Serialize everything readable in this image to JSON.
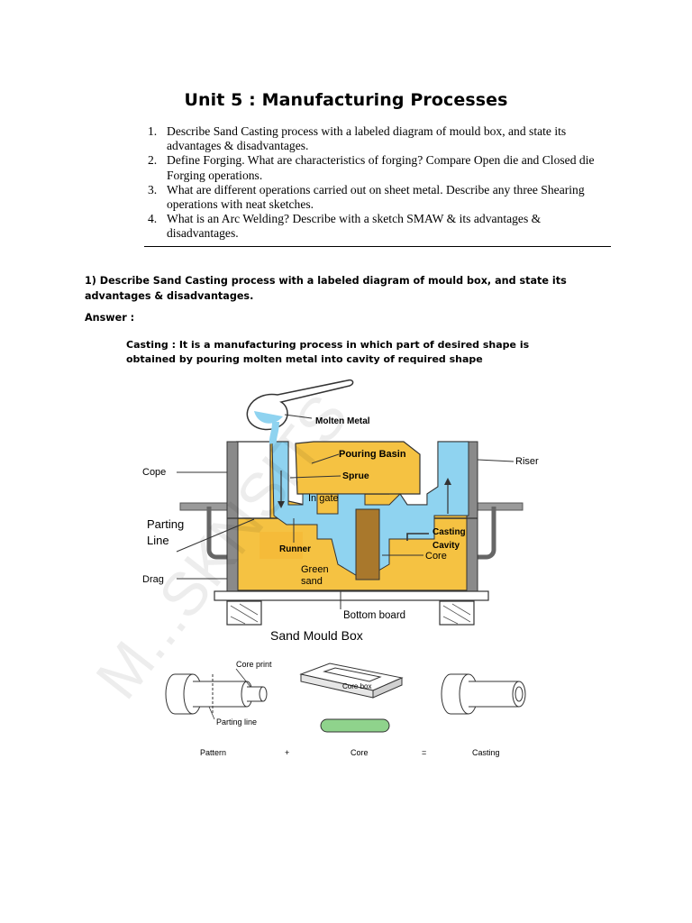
{
  "header": {
    "title": "Unit 5 : Manufacturing Processes"
  },
  "questions": [
    {
      "num": "1.",
      "text": "Describe Sand Casting process with a labeled diagram of mould box, and state its advantages & disadvantages."
    },
    {
      "num": "2.",
      "text": "Define Forging. What are characteristics of forging? Compare Open die and Closed die Forging operations."
    },
    {
      "num": "3.",
      "text": "What are different operations carried out on sheet metal. Describe any three Shearing operations with neat sketches."
    },
    {
      "num": "4.",
      "text": "What is an Arc Welding? Describe with a sketch SMAW & its advantages & disadvantages."
    }
  ],
  "section": {
    "heading": "1) Describe Sand Casting process with a labeled diagram of mould box, and state its advantages & disadvantages.",
    "answer_label": "Answer :",
    "casting_definition": "Casting : It is a manufacturing process in which part of desired shape is obtained by pouring molten metal into cavity of required shape"
  },
  "diagram": {
    "labels": {
      "molten_metal": "Molten Metal",
      "pouring_basin": "Pouring Basin",
      "sprue": "Sprue",
      "riser": "Riser",
      "cope": "Cope",
      "in_gate": "In gate",
      "parting_line_1": "Parting",
      "parting_line_2": "Line",
      "casting": "Casting",
      "cavity": "Cavity",
      "core": "Core",
      "runner": "Runner",
      "drag": "Drag",
      "green_sand_1": "Green",
      "green_sand_2": "sand",
      "bottom_board": "Bottom board",
      "caption": "Sand Mould Box"
    },
    "colors": {
      "sand": "#f5c242",
      "metal": "#8fd3f0",
      "core": "#a9782c",
      "frame": "#8a8a8a"
    }
  },
  "pattern_figure": {
    "core_print": "Core print",
    "core_box": "Core box",
    "parting_line": "Parting line",
    "pattern": "Pattern",
    "plus": "+",
    "core": "Core",
    "equals": "=",
    "casting": "Casting"
  },
  "watermark": {
    "text": "M...SKNSITS"
  }
}
